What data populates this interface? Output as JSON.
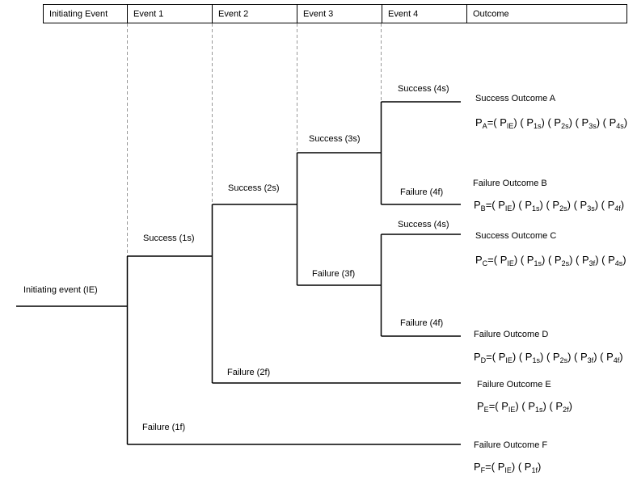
{
  "header": {
    "columns": [
      "Initiating Event",
      "Event 1",
      "Event 2",
      "Event 3",
      "Event 4",
      "Outcome"
    ]
  },
  "tree": {
    "root_label": "Initiating event (IE)",
    "branches": {
      "s1": "Success (1s)",
      "f1": "Failure (1f)",
      "s2": "Success (2s)",
      "f2": "Failure (2f)",
      "s3": "Success (3s)",
      "f3": "Failure (3f)",
      "s4_upper": "Success (4s)",
      "f4_upper": "Failure (4f)",
      "s4_lower": "Success (4s)",
      "f4_lower": "Failure (4f)"
    }
  },
  "outcomes": [
    {
      "label": "Success Outcome A",
      "formula": {
        "name": "A",
        "terms": [
          "IE",
          "1s",
          "2s",
          "3s",
          "4s"
        ]
      }
    },
    {
      "label": "Failure Outcome B",
      "formula": {
        "name": "B",
        "terms": [
          "IE",
          "1s",
          "2s",
          "3s",
          "4f"
        ]
      }
    },
    {
      "label": "Success Outcome C",
      "formula": {
        "name": "C",
        "terms": [
          "IE",
          "1s",
          "2s",
          "3f",
          "4s"
        ]
      }
    },
    {
      "label": "Failure Outcome D",
      "formula": {
        "name": "D",
        "terms": [
          "IE",
          "1s",
          "2s",
          "3f",
          "4f"
        ]
      }
    },
    {
      "label": "Failure Outcome E",
      "formula": {
        "name": "E",
        "terms": [
          "IE",
          "1s",
          "2f"
        ]
      }
    },
    {
      "label": "Failure Outcome F",
      "formula": {
        "name": "F",
        "terms": [
          "IE",
          "1f"
        ]
      }
    }
  ]
}
